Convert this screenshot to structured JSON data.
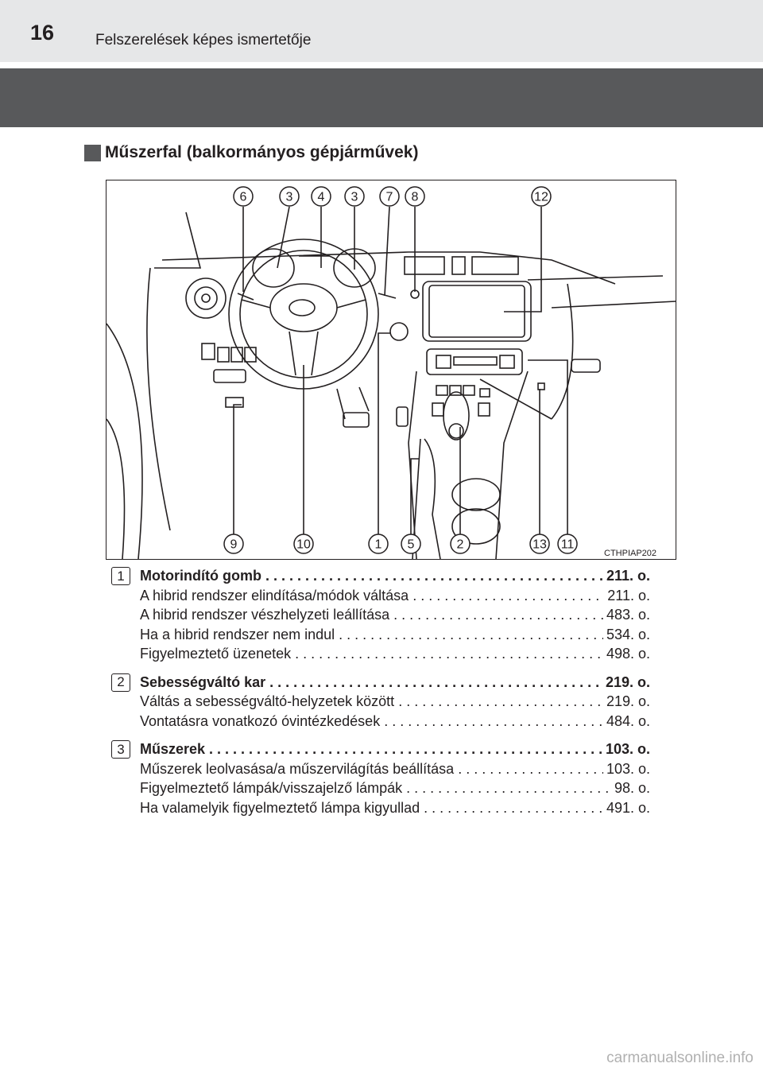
{
  "header": {
    "page_number": "16",
    "running_title": "Felszerelések képes ismertetője"
  },
  "section": {
    "title": "Műszerfal (balkormányos gépjárművek)"
  },
  "figure": {
    "code": "CTHPIAP202",
    "callouts_top": [
      "6",
      "3",
      "4",
      "3",
      "7",
      "8",
      "12"
    ],
    "callouts_bottom": [
      "9",
      "10",
      "1",
      "5",
      "2",
      "13",
      "11"
    ]
  },
  "entries": [
    {
      "number": "1",
      "title": "Motorindító gomb",
      "title_page": "211. o.",
      "items": [
        {
          "label": "A hibrid rendszer elindítása/módok váltása",
          "page": "211. o."
        },
        {
          "label": "A hibrid rendszer vészhelyzeti leállítása",
          "page": "483. o."
        },
        {
          "label": "Ha a hibrid rendszer nem indul",
          "page": "534. o."
        },
        {
          "label": "Figyelmeztető üzenetek",
          "page": "498. o."
        }
      ]
    },
    {
      "number": "2",
      "title": "Sebességváltó kar",
      "title_page": "219. o.",
      "items": [
        {
          "label": "Váltás a sebességváltó-helyzetek között",
          "page": "219. o."
        },
        {
          "label": "Vontatásra vonatkozó óvintézkedések",
          "page": "484. o."
        }
      ]
    },
    {
      "number": "3",
      "title": "Műszerek",
      "title_page": "103. o.",
      "items": [
        {
          "label": "Műszerek leolvasása/a műszervilágítás beállítása",
          "page": "103. o."
        },
        {
          "label": "Figyelmeztető lámpák/visszajelző lámpák",
          "page": "98. o."
        },
        {
          "label": "Ha valamelyik figyelmeztető lámpa kigyullad",
          "page": "491. o."
        }
      ]
    }
  ],
  "watermark": "carmanualsonline.info"
}
